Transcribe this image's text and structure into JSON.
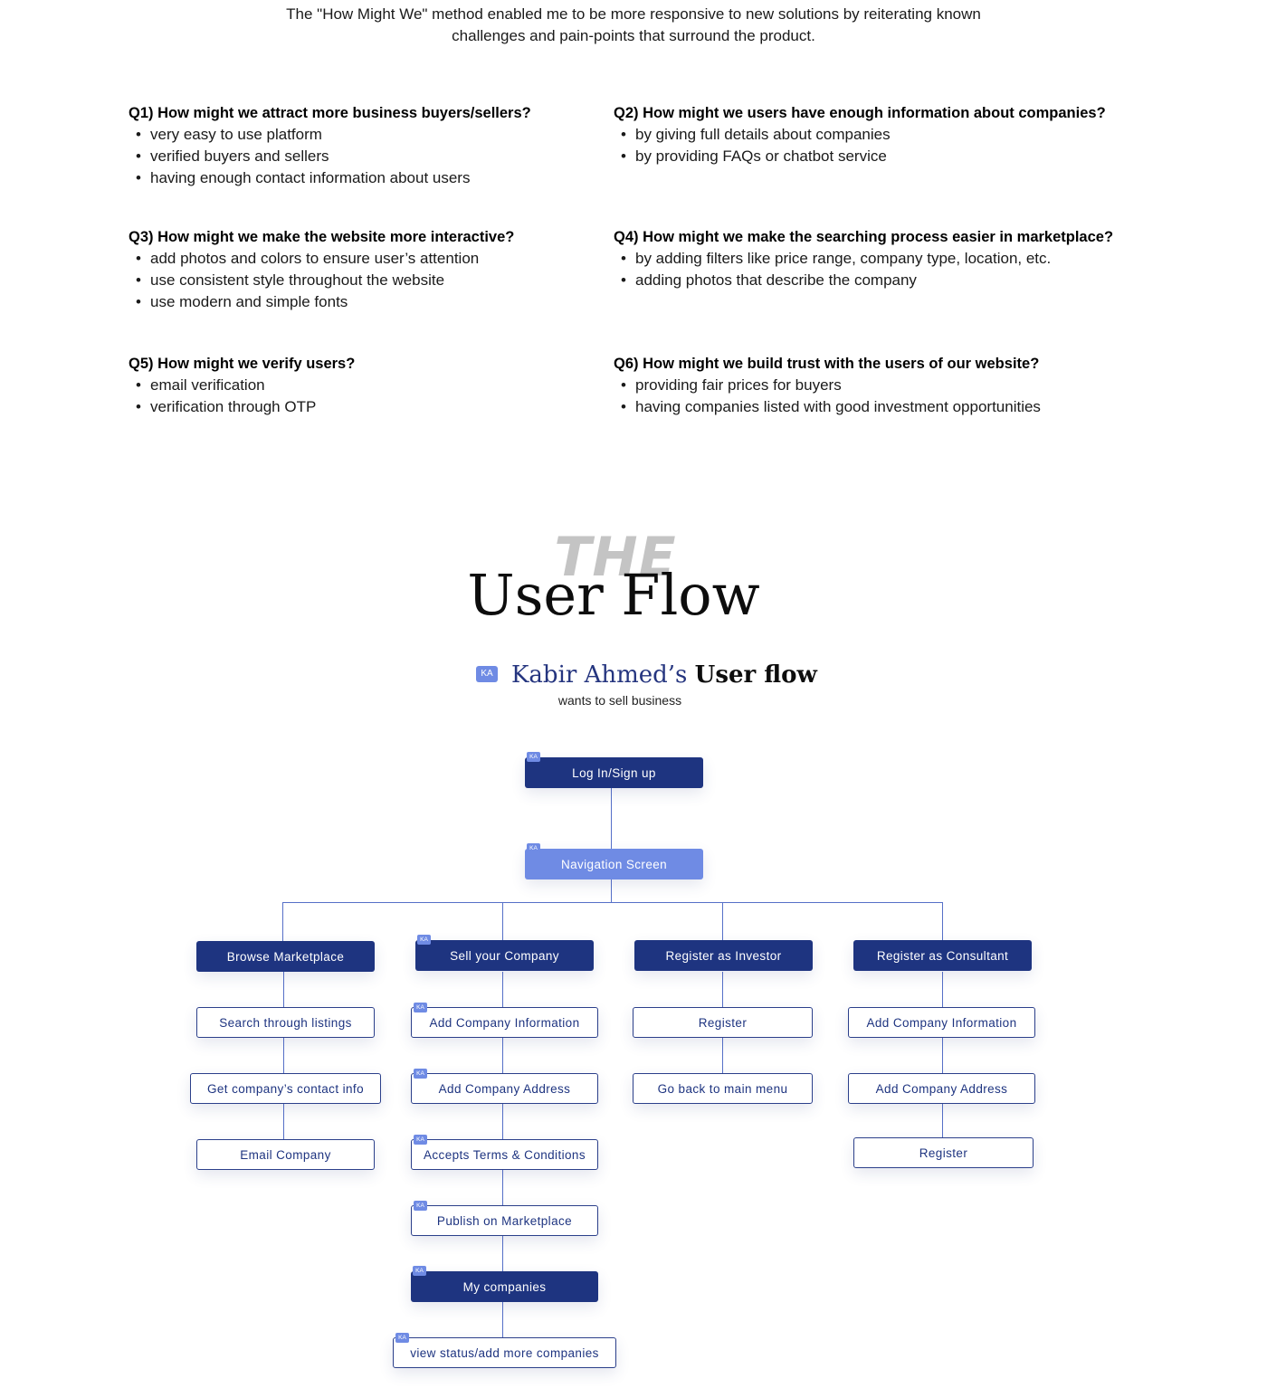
{
  "intro": {
    "line1": "The \"How Might We\" method enabled me to be more responsive to new solutions by reiterating known",
    "line2": "challenges and pain-points that surround the product."
  },
  "questions": [
    {
      "title": "Q1) How might we attract more business buyers/sellers?",
      "items": [
        "very easy to use platform",
        "verified buyers and sellers",
        "having enough contact information about users"
      ]
    },
    {
      "title": "Q2) How might we users have enough information about companies?",
      "items": [
        "by giving full details about companies",
        "by providing FAQs or chatbot service"
      ]
    },
    {
      "title": "Q3) How might we make the website more interactive?",
      "items": [
        "add photos and colors to ensure user’s attention",
        "use consistent style throughout the website",
        "use modern and simple fonts"
      ]
    },
    {
      "title": "Q4) How might we make the searching process easier in marketplace?",
      "items": [
        "by adding filters like price range, company type, location, etc.",
        "adding photos that describe the company"
      ]
    },
    {
      "title": "Q5) How might we verify users?",
      "items": [
        "email verification",
        "verification through OTP"
      ]
    },
    {
      "title": "Q6) How might we build trust with the users of our website?",
      "items": [
        "providing fair prices for buyers",
        "having companies listed with good investment opportunities"
      ]
    }
  ],
  "section": {
    "the": "THE",
    "title": "User Flow"
  },
  "persona": {
    "badge": "KA",
    "name": "Kabir Ahmed’s",
    "flow": "User flow",
    "subtitle": "wants to sell business"
  },
  "flow": {
    "login": "Log In/Sign up",
    "navigation": "Navigation Screen",
    "browse": {
      "title": "Browse Marketplace",
      "steps": [
        "Search through listings",
        "Get company’s contact info",
        "Email Company"
      ]
    },
    "sell": {
      "title": "Sell your Company",
      "steps": [
        "Add Company Information",
        "Add Company Address",
        "Accepts Terms & Conditions",
        "Publish on Marketplace",
        "My companies",
        "view status/add more companies"
      ]
    },
    "investor": {
      "title": "Register as Investor",
      "steps": [
        "Register",
        "Go back to main menu"
      ]
    },
    "consultant": {
      "title": "Register as Consultant",
      "steps": [
        "Add Company Information",
        "Add Company Address",
        "Register"
      ]
    },
    "tag": "KA"
  }
}
